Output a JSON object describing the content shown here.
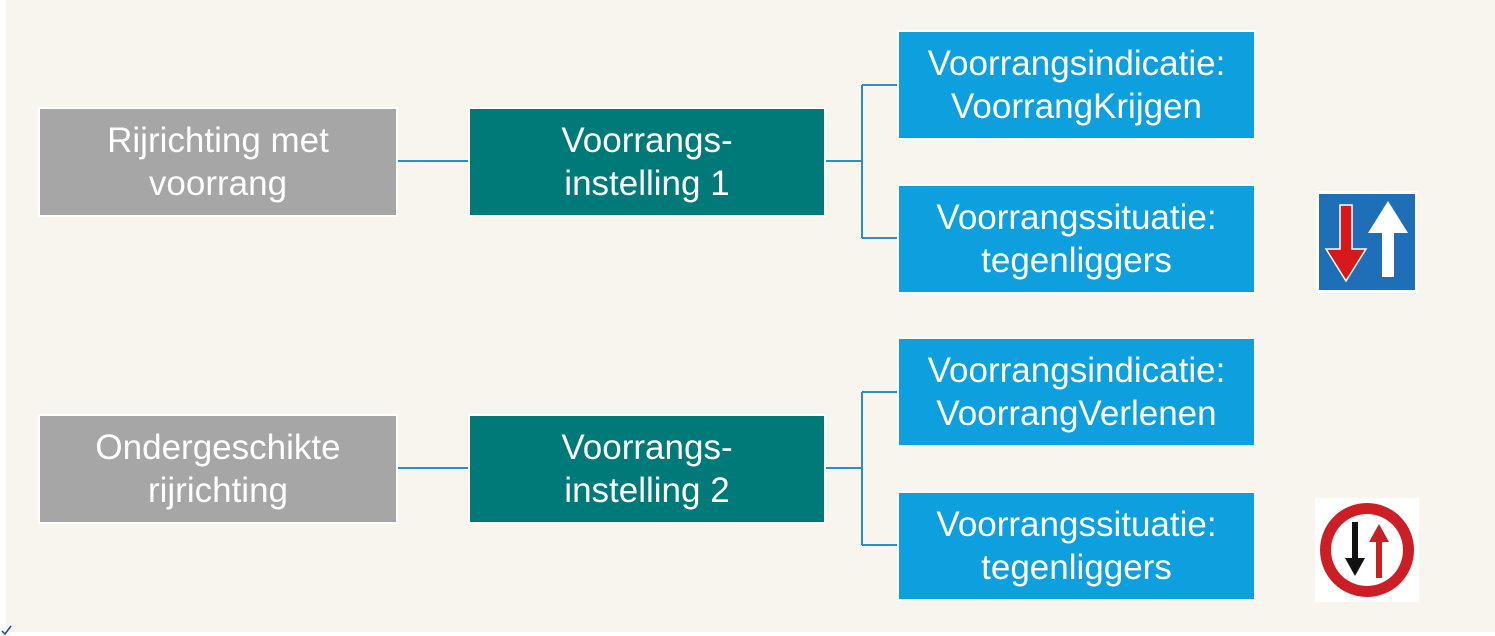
{
  "groups": [
    {
      "source": {
        "line1": "Rijrichting met",
        "line2": "voorrang"
      },
      "setting": {
        "line1": "Voorrangs-",
        "line2": "instelling 1"
      },
      "indication": {
        "line1": "Voorrangsindicatie:",
        "line2": "VoorrangKrijgen"
      },
      "situation": {
        "line1": "Voorrangssituatie:",
        "line2": "tegenliggers"
      },
      "sign": "priority-over-oncoming-sign"
    },
    {
      "source": {
        "line1": "Ondergeschikte",
        "line2": "rijrichting"
      },
      "setting": {
        "line1": "Voorrangs-",
        "line2": "instelling 2"
      },
      "indication": {
        "line1": "Voorrangsindicatie:",
        "line2": "VoorrangVerlenen"
      },
      "situation": {
        "line1": "Voorrangssituatie:",
        "line2": "tegenliggers"
      },
      "sign": "give-way-to-oncoming-sign"
    }
  ],
  "colors": {
    "source_box": "#a6a6a6",
    "setting_box": "#007a78",
    "leaf_box": "#0e9fde",
    "connector": "#2a8fc4",
    "background": "#f8f5ee"
  }
}
